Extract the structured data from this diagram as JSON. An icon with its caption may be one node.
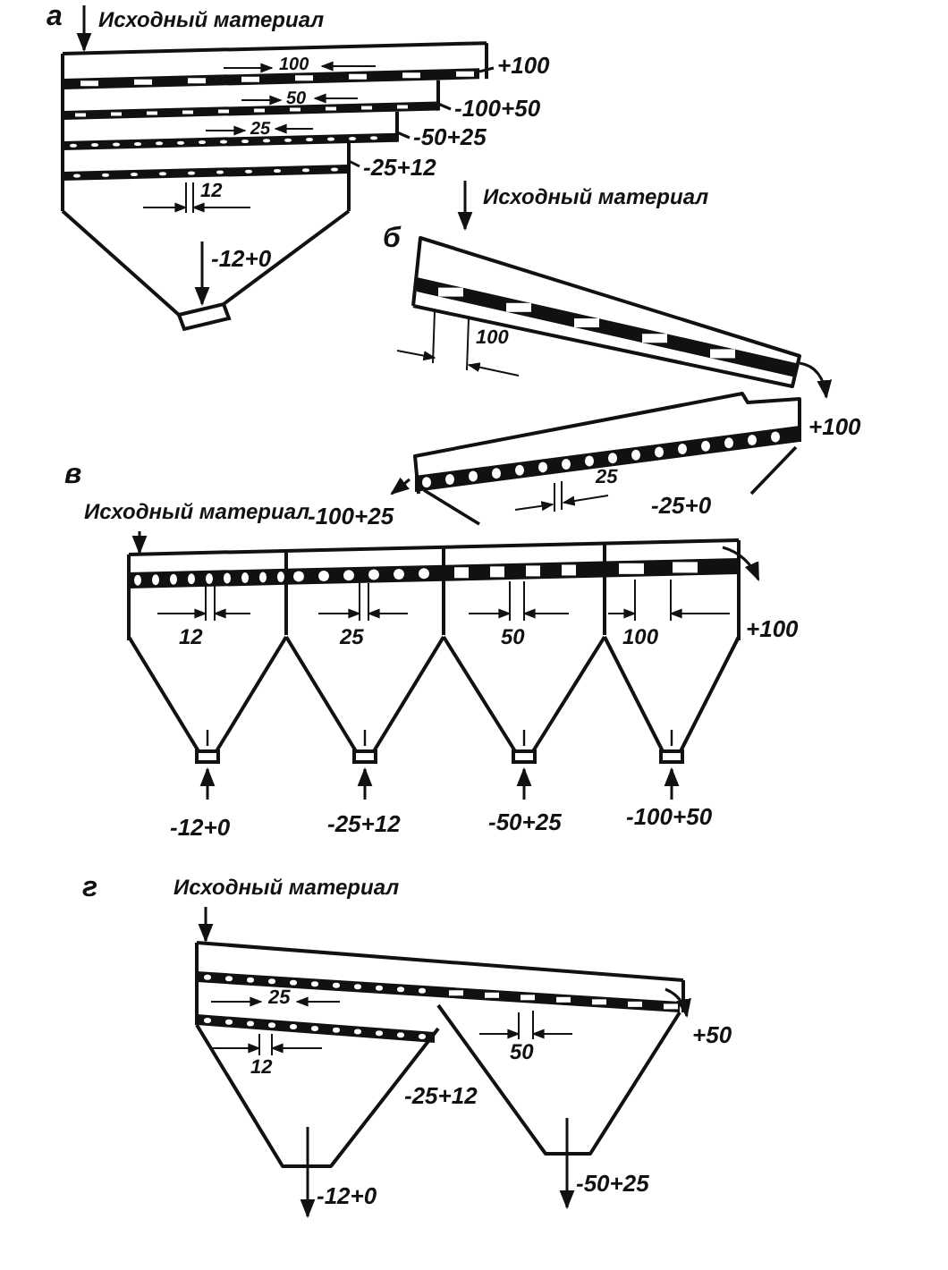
{
  "diagram": {
    "labels": [
      "а",
      "Исходный материал",
      "100",
      "+100",
      "50",
      "-100+50",
      "25",
      "-50+25",
      "-25+12",
      "12",
      "-12+0",
      "Исходный материал",
      "б",
      "100",
      "+100",
      "-100+25",
      "25",
      "-25+0",
      "в",
      "Исходный материал",
      "12",
      "25",
      "50",
      "100",
      "+100",
      "-12+0",
      "-25+12",
      "-50+25",
      "-100+50",
      "г",
      "Исходный материал",
      "25",
      "12",
      "50",
      "+50",
      "-25+12",
      "-12+0",
      "-50+25"
    ]
  }
}
